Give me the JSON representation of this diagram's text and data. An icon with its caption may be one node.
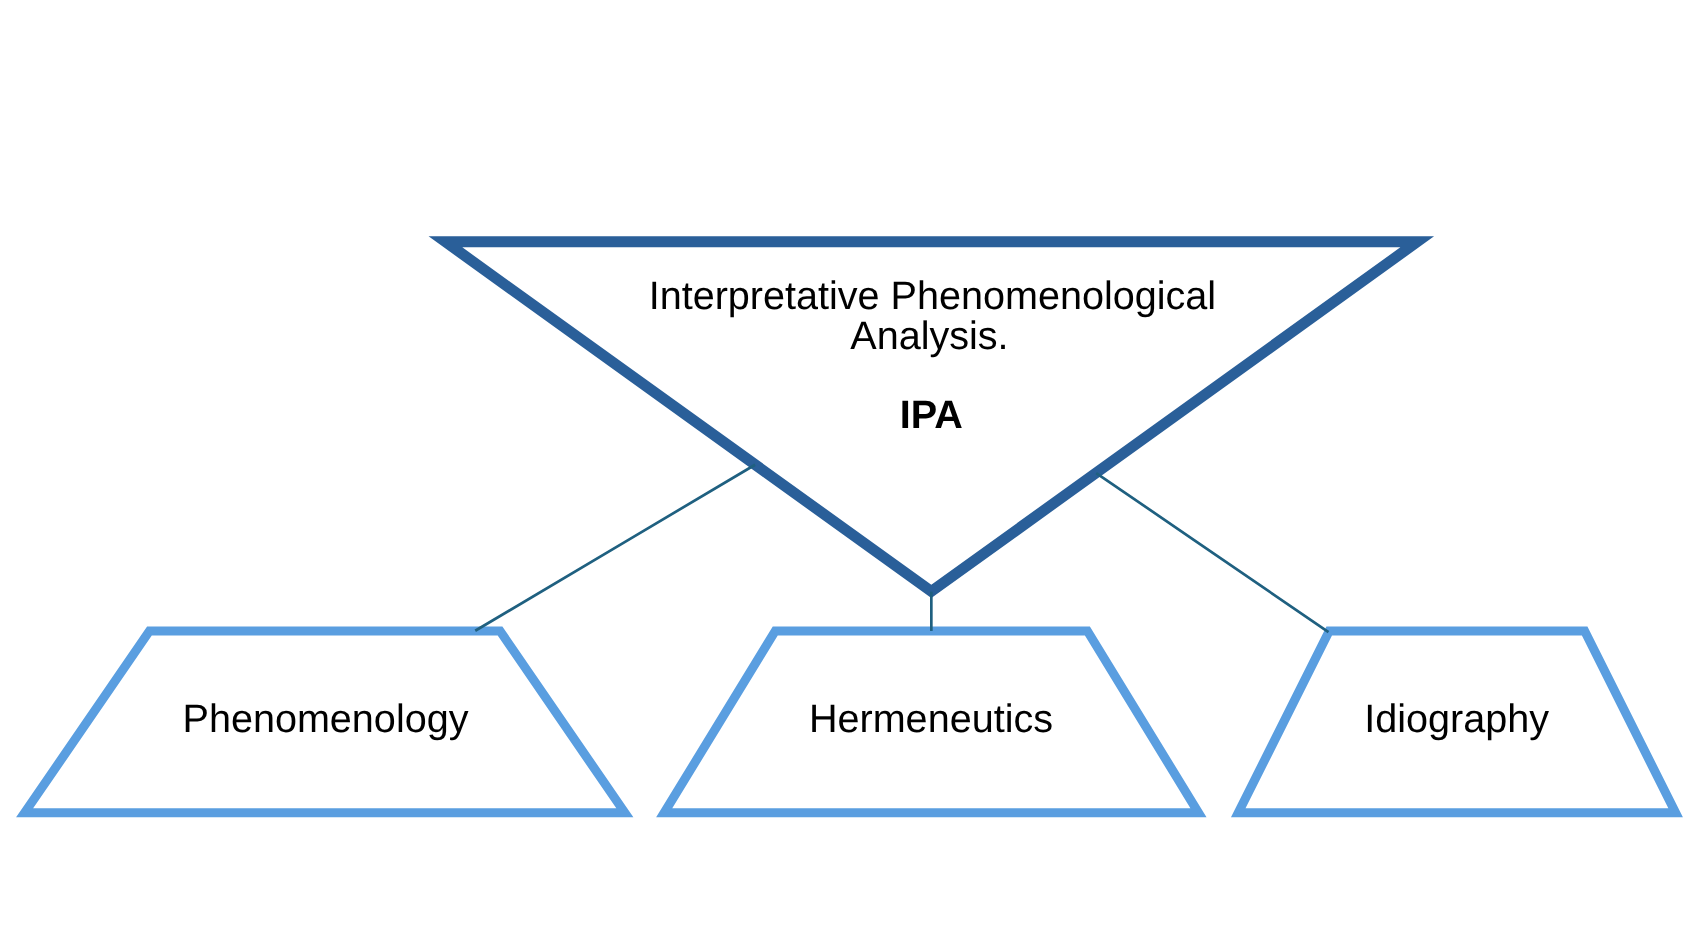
{
  "diagram": {
    "nodes": [
      {
        "text": [
          "Interpretative Phenomenological Analysis.",
          "IPA"
        ]
      },
      {
        "text": [
          "Phenomenology"
        ]
      },
      {
        "text": [
          "Hermeneutics"
        ]
      },
      {
        "text": [
          "Idiography"
        ]
      }
    ],
    "edges": [
      {
        "from": 0,
        "to": 1,
        "arrow": "none"
      },
      {
        "from": 0,
        "to": 2,
        "arrow": "none"
      },
      {
        "from": 0,
        "to": 3,
        "arrow": "none"
      }
    ]
  }
}
